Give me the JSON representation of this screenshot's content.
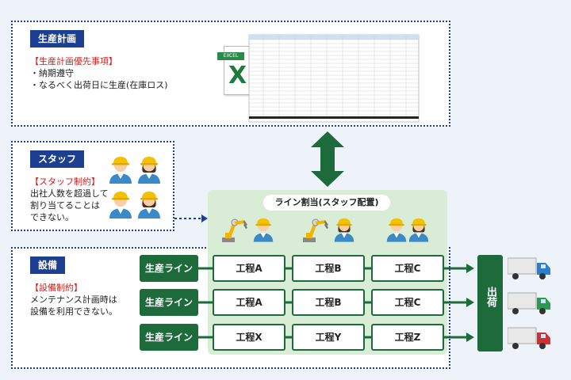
{
  "production_plan": {
    "tag": "生産計画",
    "heading": "【生産計画優先事項】",
    "items": [
      "・納期遵守",
      "・なるべく出荷日に生産(在庫ロス)"
    ],
    "excel_label": "EXCEL",
    "excel_letter": "X"
  },
  "staff": {
    "tag": "スタッフ",
    "heading": "【スタッフ制約】",
    "lines": [
      "出社人数を超過して",
      "割り当てることは",
      "できない。"
    ]
  },
  "equipment": {
    "tag": "設備",
    "heading": "【設備制約】",
    "lines": [
      "メンテナンス計画時は",
      "設備を利用できない。"
    ]
  },
  "allocation": {
    "label": "ライン割当(スタッフ配置)"
  },
  "lines": [
    {
      "label": "生産ライン",
      "processes": [
        "工程A",
        "工程B",
        "工程C"
      ],
      "truck_color": "#2a7fd0"
    },
    {
      "label": "生産ライン",
      "processes": [
        "工程A",
        "工程B",
        "工程C"
      ],
      "truck_color": "#2a9a50"
    },
    {
      "label": "生産ライン",
      "processes": [
        "工程X",
        "工程Y",
        "工程Z"
      ],
      "truck_color": "#d03030"
    }
  ],
  "shipping": {
    "label": "出荷"
  },
  "colors": {
    "navy": "#1d3f8f",
    "green": "#1d6b3a",
    "light_green": "#d9ecd6",
    "red": "#d02020"
  }
}
